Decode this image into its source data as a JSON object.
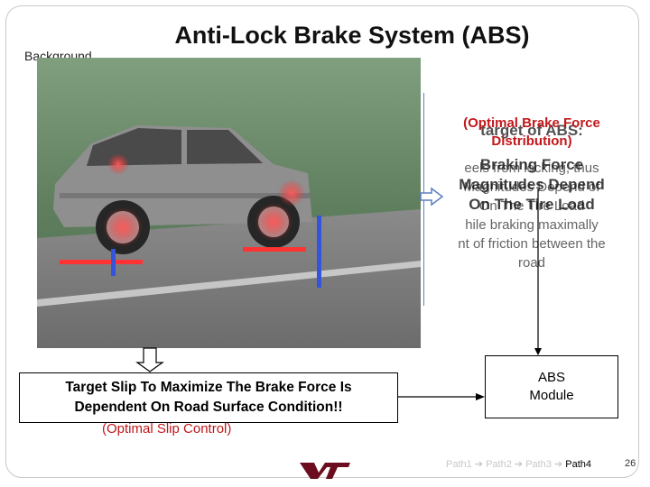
{
  "slide": {
    "title": "Anti-Lock Brake System (ABS)",
    "background_label": "Background",
    "page_number": "26"
  },
  "right_panel": {
    "line1_behind": "target of ABS:",
    "line1_front": "(Optimal Brake Force",
    "line2": "Distribution)",
    "para_behind": [
      "eels from locking, thus",
      "Magnitudes Depend of",
      "On The Tire Load",
      "hile braking maximally",
      "nt of friction between the",
      "road"
    ],
    "para_front": [
      "Braking Force",
      "Magnitudes Depend",
      "On The Tire Load"
    ]
  },
  "target_box": {
    "line1": "Target Slip To Maximize The Brake Force Is",
    "line2": "Dependent On Road Surface Condition!!"
  },
  "optimal_slip_label": "(Optimal Slip Control)",
  "abs_module": {
    "line1": "ABS",
    "line2": "Module"
  },
  "footer_nav": {
    "path1": "Path1",
    "path2": "Path2",
    "path3": "Path3",
    "path4": "Path4"
  },
  "colors": {
    "accent_red": "#c0181b",
    "arrow_blue": "#5a7fc0"
  }
}
